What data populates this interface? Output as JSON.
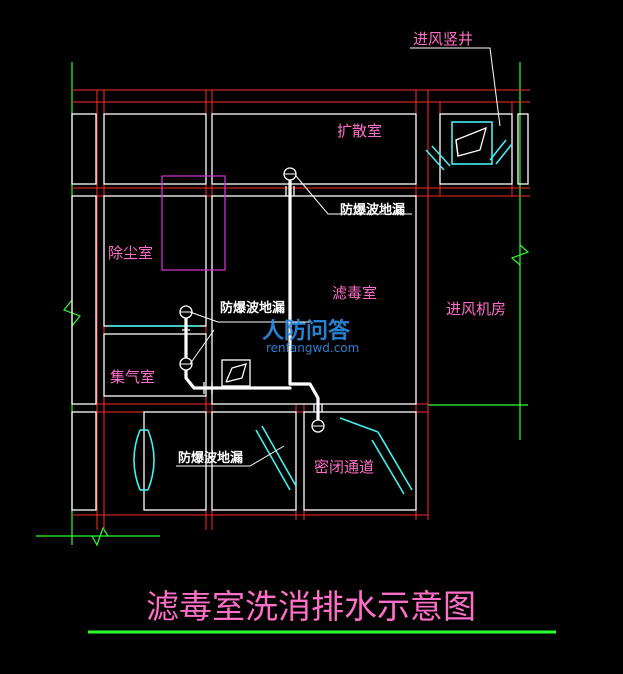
{
  "labels": {
    "air_shaft": "进风竖井",
    "diffusion_room": "扩散室",
    "blast_drain_1": "防爆波地漏",
    "dust_room": "除尘室",
    "blast_drain_2": "防爆波地漏",
    "filter_room": "滤毒室",
    "fan_room": "进风机房",
    "gas_collect_room": "集气室",
    "blast_drain_3": "防爆波地漏",
    "sealed_passage": "密闭通道"
  },
  "watermark": {
    "main": "人防问答",
    "sub": "renfangwd.com"
  },
  "title": "滤毒室洗消排水示意图",
  "colors": {
    "background": "#000000",
    "wall_white": "#ffffff",
    "grid_red": "#ff2a2a",
    "axis_green": "#2bff2b",
    "door_cyan": "#3ff0f0",
    "magenta_outline": "#cc33cc",
    "label_pink": "#ff6ec7",
    "title_pink": "#ff6ec7",
    "underline_green": "#2bff2b",
    "watermark_blue": "#2a8fe8"
  }
}
